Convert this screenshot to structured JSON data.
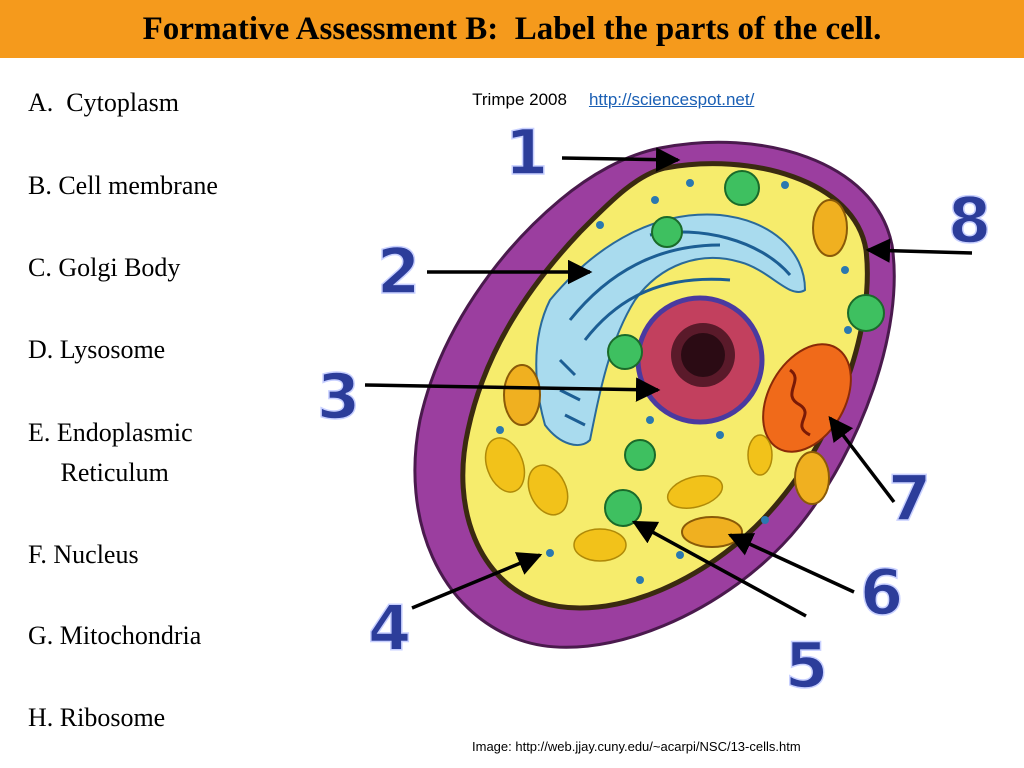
{
  "title": "Formative Assessment B:  Label the parts of the cell.",
  "credit": {
    "author": "Trimpe 2008",
    "link": "http://sciencespot.net/"
  },
  "answers": [
    "A.  Cytoplasm",
    "B. Cell membrane",
    "C. Golgi Body",
    "D. Lysosome",
    "E. Endoplasmic",
    "     Reticulum",
    "F. Nucleus",
    "G. Mitochondria",
    "H. Ribosome"
  ],
  "diagram": {
    "numbers": [
      "1",
      "2",
      "3",
      "4",
      "5",
      "6",
      "7",
      "8"
    ]
  },
  "source": "Image: http://web.jjay.cuny.edu/~acarpi/NSC/13-cells.htm",
  "colors": {
    "title_bar": "#f59a1c",
    "cell_wall": "#8a2c8c",
    "cytoplasm": "#f7ef6a",
    "number_label": "#2c3d9a"
  }
}
